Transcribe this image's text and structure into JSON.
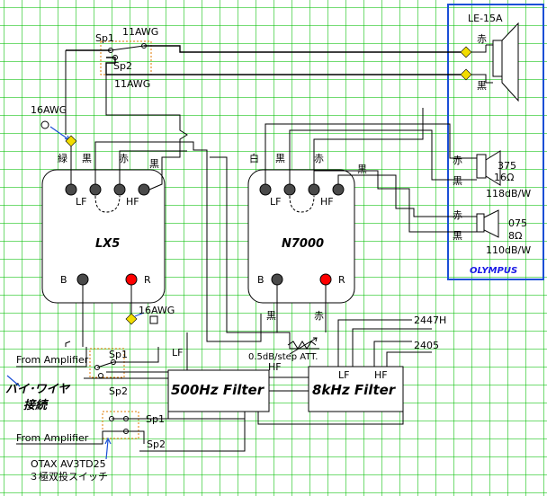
{
  "labels": {
    "sp1_top": "Sp1",
    "awg11_top": "11AWG",
    "sp2_top": "Sp2",
    "awg11_mid": "11AWG",
    "awg16_top": "16AWG",
    "lx5_green": "緑",
    "lx5_black1": "黒",
    "lx5_red": "赤",
    "lx5_black2": "黒",
    "lx5_lf": "LF",
    "lx5_hf": "HF",
    "lx5_name": "LX5",
    "lx5_b": "B",
    "lx5_r": "R",
    "n7000_white": "白",
    "n7000_black1": "黒",
    "n7000_red": "赤",
    "n7000_black2": "黒",
    "n7000_lf": "LF",
    "n7000_hf": "HF",
    "n7000_name": "N7000",
    "n7000_b": "B",
    "n7000_r": "R",
    "n7000_out_black": "黒",
    "n7000_out_red": "赤",
    "awg16_bottom": "16AWG",
    "lf_500": "LF",
    "hf_500": "HF",
    "att": "0.5dB/step ATT.",
    "label_2447h": "2447H",
    "label_2405": "2405",
    "lf_8k": "LF",
    "hf_8k": "HF",
    "filter500": "500Hz Filter",
    "filter8k": "8kHz Filter",
    "from_amp1": "From Amplifier",
    "biwire_line1": "バイ･ワイヤ",
    "biwire_line2": "接続",
    "sp1_mid": "Sp1",
    "sp2_mid": "Sp2",
    "sp1_low": "Sp1",
    "from_amp2": "From Amplifier",
    "sp2_low": "Sp2",
    "otax": "OTAX AV3TD25",
    "switch_desc": "３極双投スイッチ",
    "le15a": "LE-15A",
    "le15a_red": "赤",
    "le15a_black": "黒",
    "d375_red": "赤",
    "d375_black": "黒",
    "d375_model": "375",
    "d375_ohm": "16Ω",
    "d375_spl": "118dB/W",
    "d075_red": "赤",
    "d075_black": "黒",
    "d075_model": "075",
    "d075_ohm": "8Ω",
    "d075_spl": "110dB/W",
    "olympus": "OLYMPUS"
  },
  "colors": {
    "grid": "#00be00",
    "wire": "#000000",
    "terminal_black": "#4a4a4a",
    "terminal_red": "#ff0000",
    "diamond": "#f2dc00",
    "switch_box": "#e07a00",
    "olympus_frame": "#1a4fd6",
    "olympus_text": "#1a1ae6"
  }
}
